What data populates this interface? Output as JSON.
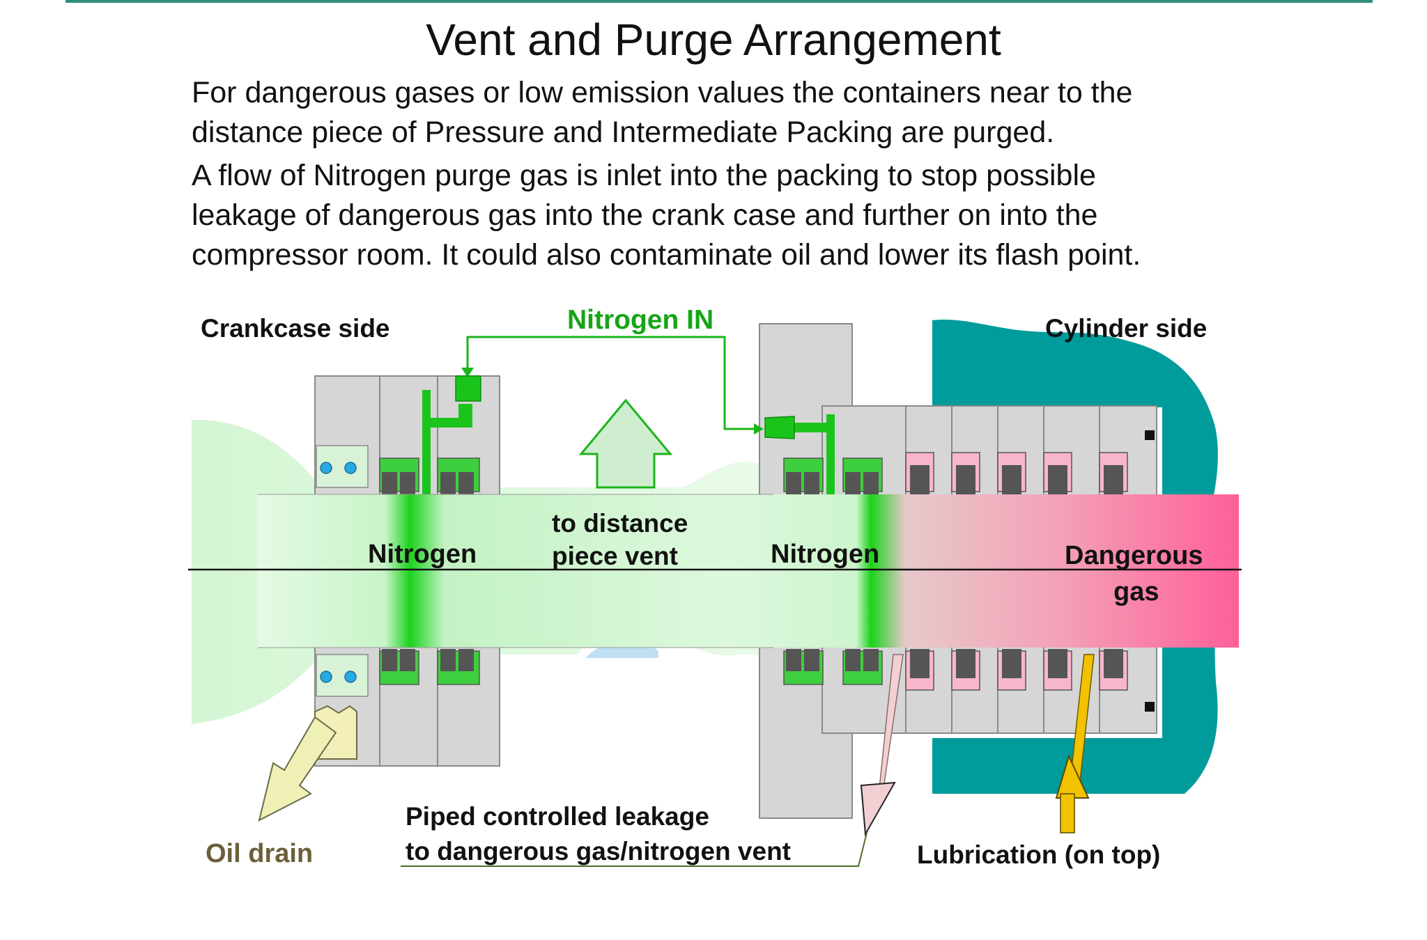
{
  "title": "Vent and Purge Arrangement",
  "paragraphs": [
    [
      "For dangerous gases or low emission values the containers near to the",
      "distance piece of Pressure and Intermediate Packing are purged."
    ],
    [
      "A flow of Nitrogen purge gas is inlet into the packing to stop possible",
      "leakage  of dangerous gas into the crank case and further on into the",
      "compressor room. It could also contaminate oil and lower its flash point."
    ]
  ],
  "diagram": {
    "labels": {
      "crankcase_side": "Crankcase side",
      "nitrogen_in": "Nitrogen IN",
      "cylinder_side": "Cylinder side",
      "nitrogen_left": "Nitrogen",
      "vent_line1": "to distance",
      "vent_line2": "piece vent",
      "nitrogen_right": "Nitrogen",
      "dangerous_line1": "Dangerous",
      "dangerous_line2": "gas",
      "oil_drain": "Oil drain",
      "piped_line1": "Piped controlled leakage",
      "piped_line2": "to dangerous gas/nitrogen vent",
      "lubrication": "Lubrication (on top)"
    },
    "colors": {
      "nitrogen_green": "#19c419",
      "label_green": "#16a516",
      "light_green": "#dcf8dc",
      "dangerous_pink": "#ff5f9a",
      "cylinder_teal": "#009b9b",
      "oil_olive": "#6b5f3a",
      "lubrication_yellow": "#f2c200",
      "casing_gray": "#d6d6d6"
    }
  }
}
